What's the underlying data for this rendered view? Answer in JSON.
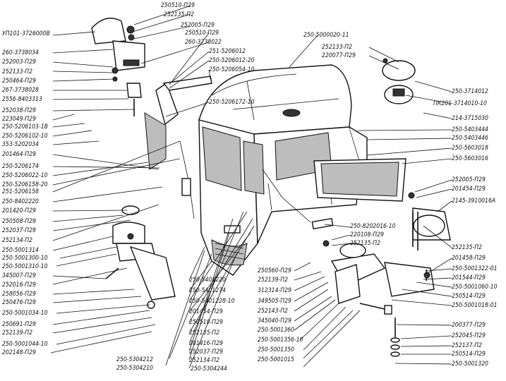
{
  "labels": {
    "l1": "250510-П29",
    "l2": "252135-П2",
    "l3": "252005-П29",
    "l4": "УП101-3726000В",
    "l5": "260-3738034",
    "l6": "252003-П29",
    "l7": "252133-П2",
    "l8": "250464-П29",
    "l9": "267-3738028",
    "l10": "2556-8403313",
    "l11": "252038-П29",
    "l12": "223049-П29",
    "l13": "250-5206103-1В",
    "l14": "250-5206102-10",
    "l15": "353-5202034",
    "l16": "201464-П29",
    "l17": "250-5206174",
    "l18": "250-5206022-10",
    "l19": "250-5206158-20",
    "l20": "251-5206158",
    "l21": "250-8402220",
    "l22": "201420-П29",
    "l23": "250508-П29",
    "l24": "252037-П29",
    "l25": "252134-П2",
    "l26": "250-5001314",
    "l27": "250-5001300-10",
    "l28": "250-5001310-10",
    "l29": "345007-П29",
    "l30": "252016-П29",
    "l31": "258056-П29",
    "l32": "250476-П29",
    "l33": "250-5001034-10",
    "l34": "250691-П29",
    "l35": "252139-П2",
    "l36": "250-5001044-10",
    "l37": "202148-П29",
    "c1": "250510-П29",
    "c2": "260-3738022",
    "c3": "251-5206012",
    "c4": "250-5206012-20",
    "c5": "250-5206054-10",
    "c6": "250-5206172-10",
    "b1": "250-5401220",
    "b2": "250-5401274",
    "b3": "250-5401228-10",
    "b4": "201454-П29",
    "b5": "250510-П29",
    "b6": "252135-П2",
    "b7": "201416-П29",
    "b8": "252037-П29",
    "b9": "252134-П2",
    "b10": "250-5304244",
    "b11": "250-5304212",
    "b12": "250-5304210",
    "m1": "250-8202016-10",
    "m2": "220108-П29",
    "m3": "252135-П2",
    "m4": "250560-П29",
    "m5": "252139-П2",
    "m6": "312314-П29",
    "m7": "349505-П29",
    "m8": "252143-П2",
    "m9": "345040-П29",
    "m10": "250-5001360",
    "m11": "250-5001356-10",
    "m12": "250-5001350",
    "m13": "250-5001015",
    "r1": "250-5000020-11",
    "r2": "252133-П2",
    "r3": "220077-П29",
    "r4": "250-3714012",
    "r5": "ПК201-3714010-10",
    "r6": "214-3715030",
    "r7": "250-5403444",
    "r8": "250-5403446",
    "r9": "250-5603018",
    "r10": "250-5603016",
    "r11": "252005-П29",
    "r12": "201454-П29",
    "r13": "2145-3910016А",
    "r14": "252135-П2",
    "r15": "201458-П29",
    "r16": "250-5001322-01",
    "r17": "201544-П29",
    "r18": "250-5001060-10",
    "r19": "250514-П29",
    "r20": "250-5001018-01",
    "r21": "200377-П29",
    "r22": "252045-П29",
    "r23": "252137-П2",
    "r24": "250514-П29",
    "r25": "250-5001320"
  }
}
